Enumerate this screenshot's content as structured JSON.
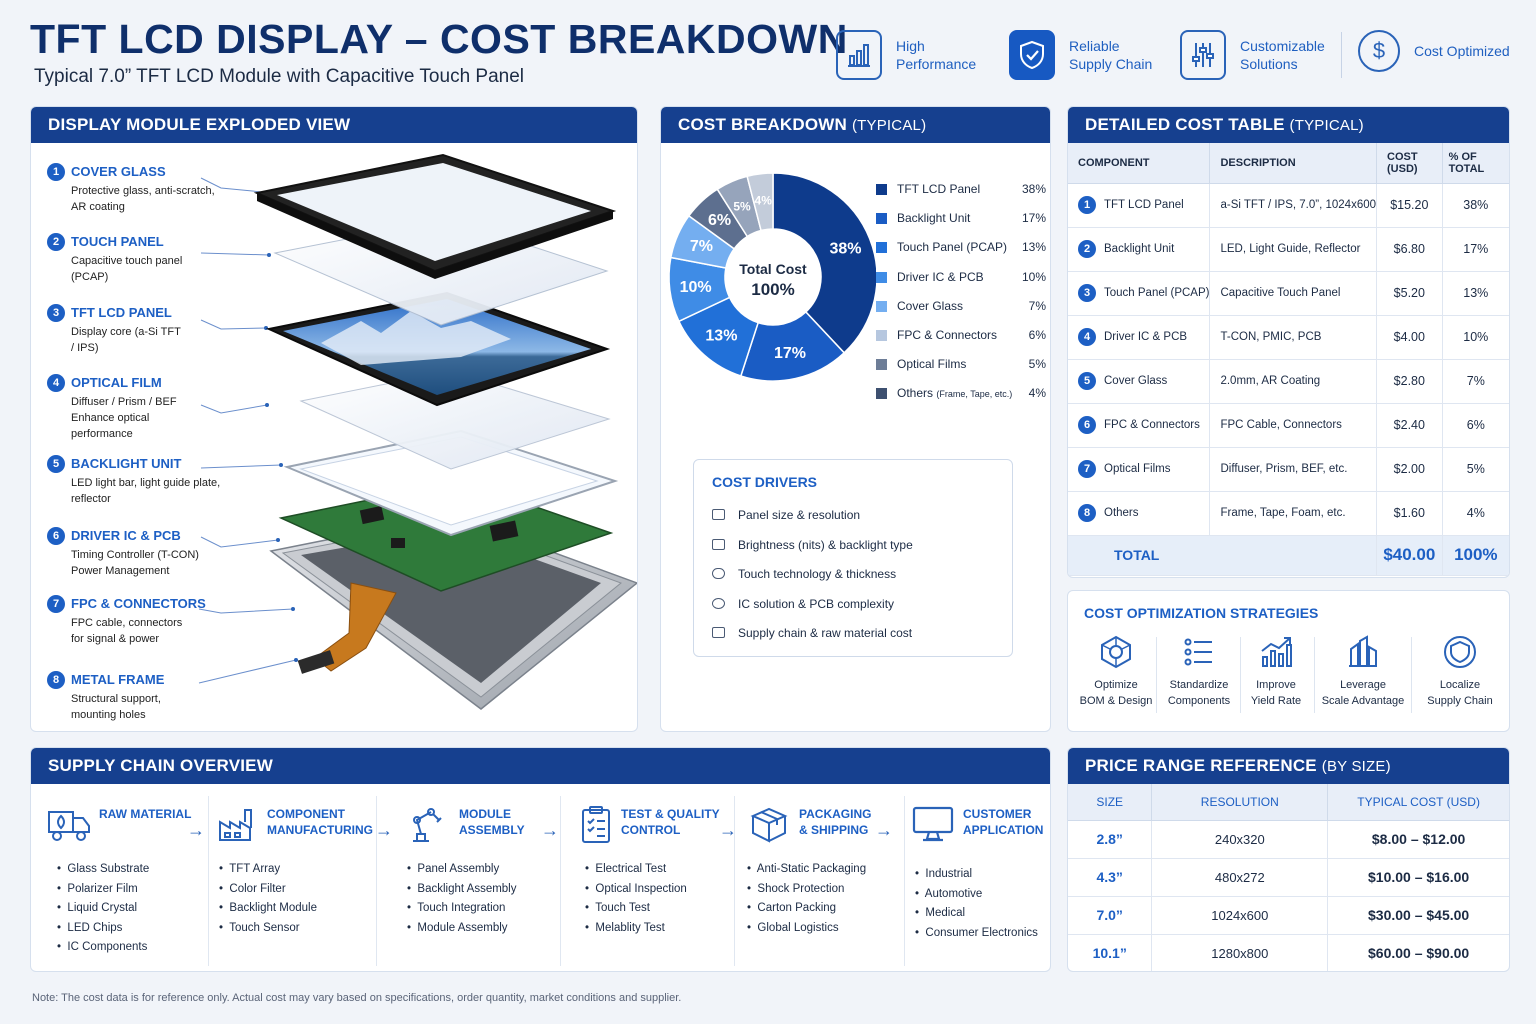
{
  "header": {
    "title": "TFT LCD DISPLAY – COST BREAKDOWN",
    "subtitle": "Typical 7.0” TFT LCD Module with Capacitive Touch Panel",
    "features": [
      {
        "line1": "High",
        "line2": "Performance",
        "icon": "bar-chart-icon"
      },
      {
        "line1": "Reliable",
        "line2": "Supply Chain",
        "icon": "shield-check-icon"
      },
      {
        "line1": "Customizable",
        "line2": "Solutions",
        "icon": "sliders-icon"
      },
      {
        "line1": "Cost Optimized",
        "line2": "",
        "icon": "dollar-icon"
      }
    ]
  },
  "exploded": {
    "title": "DISPLAY MODULE EXPLODED VIEW",
    "items": [
      {
        "num": "1",
        "title": "COVER GLASS",
        "desc": "Protective glass, anti-scratch, AR coating"
      },
      {
        "num": "2",
        "title": "TOUCH PANEL",
        "desc": "Capacitive touch panel (PCAP)"
      },
      {
        "num": "3",
        "title": "TFT LCD PANEL",
        "desc": "Display core (a-Si TFT / IPS)"
      },
      {
        "num": "4",
        "title": "OPTICAL FILM",
        "desc": "Diffuser / Prism / BEF Enhance optical performance"
      },
      {
        "num": "5",
        "title": "BACKLIGHT UNIT",
        "desc": "LED light bar, light guide plate, reflector"
      },
      {
        "num": "6",
        "title": "DRIVER IC & PCB",
        "desc": "Timing Controller (T-CON) Power Management"
      },
      {
        "num": "7",
        "title": "FPC & CONNECTORS",
        "desc": "FPC cable, connectors for signal & power"
      },
      {
        "num": "8",
        "title": "METAL FRAME",
        "desc": "Structural support, mounting holes"
      }
    ]
  },
  "breakdown": {
    "title": "COST BREAKDOWN",
    "title_suffix": "(TYPICAL)",
    "center_label": "Total Cost",
    "center_value": "100%",
    "legend_note": "(Frame, Tape, etc.)"
  },
  "chart_data": {
    "type": "pie",
    "title": "COST BREAKDOWN (TYPICAL)",
    "slices": [
      {
        "label": "TFT LCD Panel",
        "value": 38,
        "color": "#0e3b8c"
      },
      {
        "label": "Backlight Unit",
        "value": 17,
        "color": "#1a5cc4"
      },
      {
        "label": "Touch Panel (PCAP)",
        "value": 13,
        "color": "#2170d8"
      },
      {
        "label": "Driver IC & PCB",
        "value": 10,
        "color": "#3f8ce6"
      },
      {
        "label": "Cover Glass",
        "value": 7,
        "color": "#74aef0"
      },
      {
        "label": "FPC & Connectors",
        "value": 6,
        "color": "#5d6f8f"
      },
      {
        "label": "Optical Films",
        "value": 5,
        "color": "#96a4bb"
      },
      {
        "label": "Others",
        "value": 4,
        "color": "#c3ccda"
      }
    ]
  },
  "legend_colors": [
    "#0e3b8c",
    "#1a5cc4",
    "#2170d8",
    "#3f8ce6",
    "#74aef0",
    "#b6c7df",
    "#6d7d97",
    "#3d5070"
  ],
  "drivers": {
    "title": "COST DRIVERS",
    "items": [
      "Panel size & resolution",
      "Brightness (nits) & backlight type",
      "Touch technology & thickness",
      "IC solution & PCB complexity",
      "Supply chain & raw material cost"
    ]
  },
  "cost_table": {
    "title": "DETAILED COST TABLE",
    "title_suffix": "(TYPICAL)",
    "headers": [
      "COMPONENT",
      "DESCRIPTION",
      "COST (USD)",
      "% OF TOTAL"
    ],
    "rows": [
      {
        "num": "1",
        "component": "TFT LCD Panel",
        "description": "a-Si TFT / IPS, 7.0”, 1024x600",
        "cost": "$15.20",
        "pct": "38%"
      },
      {
        "num": "2",
        "component": "Backlight Unit",
        "description": "LED, Light Guide, Reflector",
        "cost": "$6.80",
        "pct": "17%"
      },
      {
        "num": "3",
        "component": "Touch Panel (PCAP)",
        "description": "Capacitive Touch Panel",
        "cost": "$5.20",
        "pct": "13%"
      },
      {
        "num": "4",
        "component": "Driver IC & PCB",
        "description": "T-CON, PMIC, PCB",
        "cost": "$4.00",
        "pct": "10%"
      },
      {
        "num": "5",
        "component": "Cover Glass",
        "description": "2.0mm, AR Coating",
        "cost": "$2.80",
        "pct": "7%"
      },
      {
        "num": "6",
        "component": "FPC & Connectors",
        "description": "FPC Cable, Connectors",
        "cost": "$2.40",
        "pct": "6%"
      },
      {
        "num": "7",
        "component": "Optical Films",
        "description": "Diffuser, Prism, BEF, etc.",
        "cost": "$2.00",
        "pct": "5%"
      },
      {
        "num": "8",
        "component": "Others",
        "description": "Frame, Tape, Foam, etc.",
        "cost": "$1.60",
        "pct": "4%"
      }
    ],
    "total": {
      "label": "TOTAL",
      "cost": "$40.00",
      "pct": "100%"
    }
  },
  "optimization": {
    "title": "COST OPTIMIZATION STRATEGIES",
    "items": [
      {
        "line1": "Optimize",
        "line2": "BOM & Design",
        "icon": "polygon-icon"
      },
      {
        "line1": "Standardize",
        "line2": "Components",
        "icon": "list-icon"
      },
      {
        "line1": "Improve",
        "line2": "Yield Rate",
        "icon": "trend-up-icon"
      },
      {
        "line1": "Leverage",
        "line2": "Scale Advantage",
        "icon": "buildings-icon"
      },
      {
        "line1": "Localize",
        "line2": "Supply Chain",
        "icon": "shield-icon"
      }
    ]
  },
  "supply": {
    "title": "SUPPLY CHAIN OVERVIEW",
    "steps": [
      {
        "line1": "RAW MATERIAL",
        "line2": "",
        "icon": "truck-icon",
        "items": [
          "Glass Substrate",
          "Polarizer Film",
          "Liquid Crystal",
          "LED Chips",
          "IC Components"
        ]
      },
      {
        "line1": "COMPONENT",
        "line2": "MANUFACTURING",
        "icon": "factory-icon",
        "items": [
          "TFT Array",
          "Color Filter",
          "Backlight Module",
          "Touch Sensor"
        ]
      },
      {
        "line1": "MODULE",
        "line2": "ASSEMBLY",
        "icon": "robot-arm-icon",
        "items": [
          "Panel Assembly",
          "Backlight Assembly",
          "Touch Integration",
          "Module Assembly"
        ]
      },
      {
        "line1": "TEST & QUALITY",
        "line2": "CONTROL",
        "icon": "clipboard-icon",
        "items": [
          "Electrical Test",
          "Optical Inspection",
          "Touch Test",
          "Melablity Test"
        ]
      },
      {
        "line1": "PACKAGING",
        "line2": "& SHIPPING",
        "icon": "box-icon",
        "items": [
          "Anti-Static Packaging",
          "Shock Protection",
          "Carton Packing",
          "Global Logistics"
        ]
      },
      {
        "line1": "CUSTOMER",
        "line2": "APPLICATION",
        "icon": "monitor-icon",
        "items": [
          "Industrial",
          "Automotive",
          "Medical",
          "Consumer Electronics"
        ]
      }
    ]
  },
  "price": {
    "title": "PRICE RANGE REFERENCE",
    "title_suffix": "(BY SIZE)",
    "headers": [
      "SIZE",
      "RESOLUTION",
      "TYPICAL COST (USD)"
    ],
    "rows": [
      {
        "size": "2.8”",
        "resolution": "240x320",
        "cost": "$8.00 – $12.00"
      },
      {
        "size": "4.3”",
        "resolution": "480x272",
        "cost": "$10.00 – $16.00"
      },
      {
        "size": "7.0”",
        "resolution": "1024x600",
        "cost": "$30.00 – $45.00"
      },
      {
        "size": "10.1”",
        "resolution": "1280x800",
        "cost": "$60.00 – $90.00"
      }
    ]
  },
  "note": "Note: The cost data is for reference only. Actual cost may vary based on specifications, order quantity, market conditions and supplier."
}
